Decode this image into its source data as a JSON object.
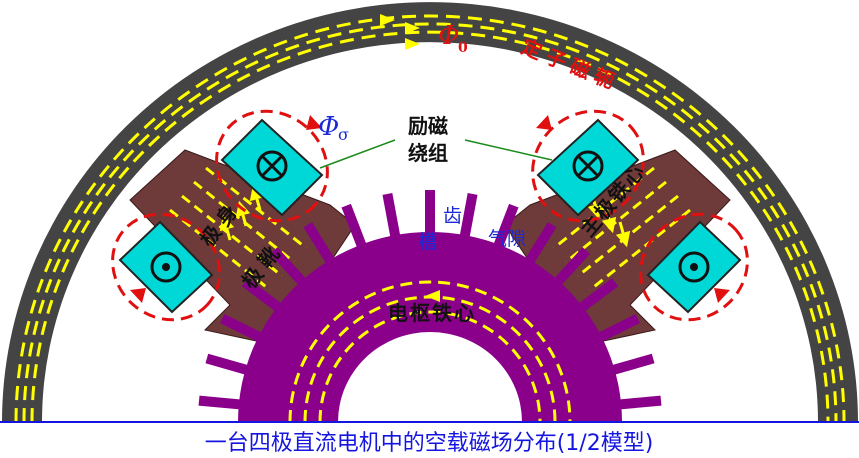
{
  "diagram": {
    "caption": "一台四极直流电机中的空载磁场分布(1/2模型)",
    "labels": {
      "phi0": "Φ",
      "phi0_sub": "0",
      "phi_sigma": "Φ",
      "phi_sigma_sub": "σ",
      "stator_yoke": "定子磁轭",
      "excitation_winding_line1": "励磁",
      "excitation_winding_line2": "绕组",
      "pole_body": "极身",
      "pole_shoe": "极靴",
      "main_pole_core": "主极铁心",
      "tooth": "齿",
      "slot": "槽",
      "air_gap": "气隙",
      "armature_core": "电枢铁心"
    },
    "colors": {
      "yoke": "#444444",
      "pole": "#6e3a3a",
      "armature": "#8b008b",
      "coil": "#00d8d8",
      "flux_line": "#ffff00",
      "leakage_flux": "#e01010",
      "baseline": "#1515e0",
      "caption": "#1515e0"
    },
    "icons": [
      "coil-cross-icon",
      "coil-dot-icon"
    ]
  }
}
